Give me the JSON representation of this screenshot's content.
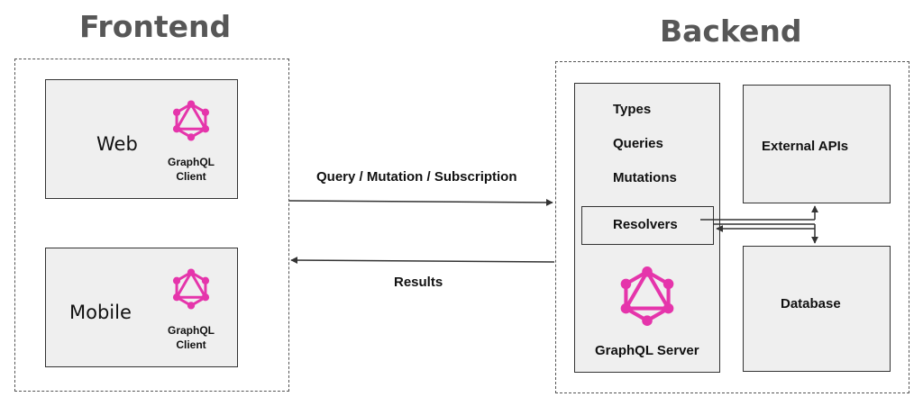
{
  "frontend": {
    "title": "Frontend",
    "web": {
      "label": "Web",
      "client_line1": "GraphQL",
      "client_line2": "Client"
    },
    "mobile": {
      "label": "Mobile",
      "client_line1": "GraphQL",
      "client_line2": "Client"
    }
  },
  "backend": {
    "title": "Backend",
    "server": {
      "items": [
        "Types",
        "Queries",
        "Mutations"
      ],
      "resolvers": "Resolvers",
      "name": "GraphQL Server"
    },
    "external_apis": "External APIs",
    "database": "Database"
  },
  "edges": {
    "request": "Query / Mutation / Subscription",
    "response": "Results"
  },
  "colors": {
    "graphql_logo": "#e535ab",
    "heading": "#575757",
    "box_fill": "#efefef"
  },
  "icons": {
    "graphql": "graphql-logo-icon"
  }
}
